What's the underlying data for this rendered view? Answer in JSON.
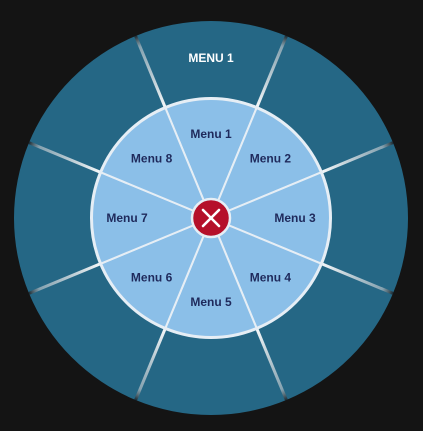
{
  "colors": {
    "background": "#141414",
    "outer_ring": "#256785",
    "outer_divider": "#9fb3bd",
    "inner_ring": "#8bbfe8",
    "inner_border": "#e6eef5",
    "center_button": "#b5102a",
    "center_icon": "#ffffff",
    "inner_label": "#1f2a5c",
    "outer_label": "#ffffff"
  },
  "outer_menu": {
    "items": [
      {
        "label": "MENU 1"
      },
      {
        "label": ""
      },
      {
        "label": ""
      },
      {
        "label": ""
      },
      {
        "label": ""
      },
      {
        "label": ""
      },
      {
        "label": ""
      },
      {
        "label": ""
      }
    ]
  },
  "inner_menu": {
    "items": [
      {
        "label": "Menu 1"
      },
      {
        "label": "Menu 2"
      },
      {
        "label": "Menu 3"
      },
      {
        "label": "Menu 4"
      },
      {
        "label": "Menu 5"
      },
      {
        "label": "Menu 6"
      },
      {
        "label": "Menu 7"
      },
      {
        "label": "Menu 8"
      }
    ]
  },
  "center_button": {
    "icon": "close-icon"
  }
}
